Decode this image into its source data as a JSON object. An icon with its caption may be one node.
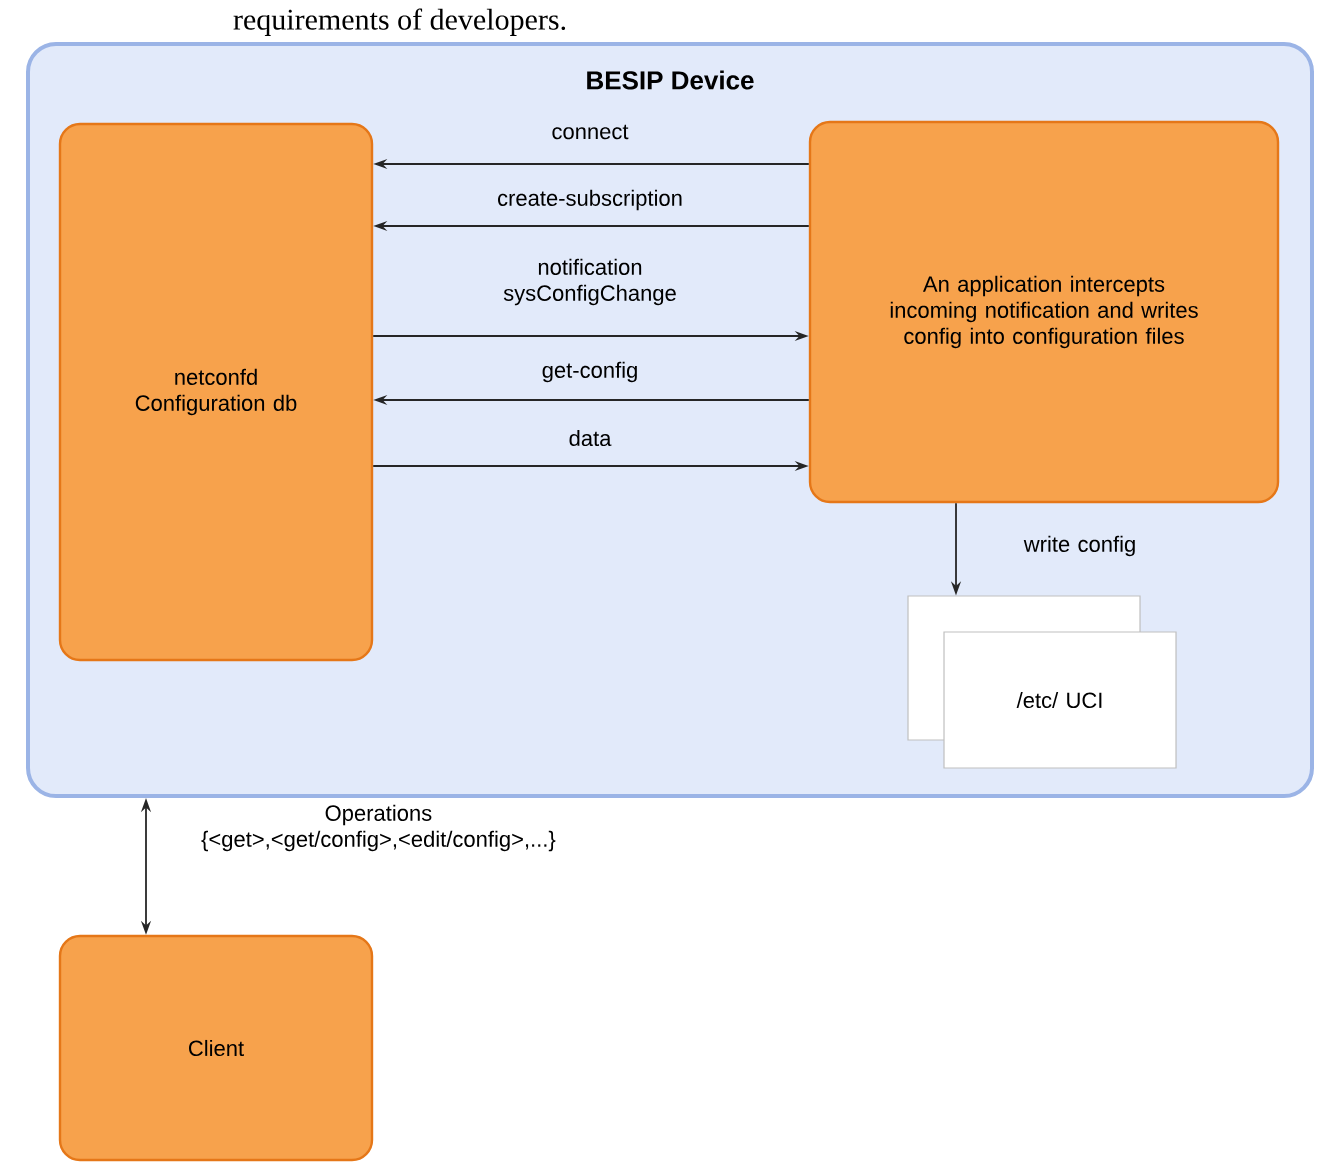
{
  "diagram": {
    "nodes": [
      {
        "text": [
          "BESIP Device"
        ]
      },
      {
        "text": [
          "netconfd Configuration db"
        ],
        "in": 0
      },
      {
        "text": [
          "An application intercepts incoming notification and writes config into configuration files"
        ],
        "in": 0
      },
      {
        "text": [],
        "shape": "box",
        "in": 0
      },
      {
        "text": [
          "/etc/ UCI"
        ],
        "in": 0
      },
      {
        "text": [
          "Client"
        ]
      }
    ],
    "edges": [
      {
        "from": 2,
        "to": 1,
        "arrow": "to",
        "label": "connect"
      },
      {
        "from": 2,
        "to": 1,
        "arrow": "to",
        "label": "create-subscription"
      },
      {
        "from": 1,
        "to": 2,
        "arrow": "to",
        "label": "notification sysConfigChange"
      },
      {
        "from": 2,
        "to": 1,
        "arrow": "to",
        "label": "get-config"
      },
      {
        "from": 1,
        "to": 2,
        "arrow": "to",
        "label": "data"
      },
      {
        "from": 2,
        "to": 3,
        "arrow": "to",
        "label": "write config"
      },
      {
        "from": 0,
        "to": 5,
        "arrow": "both",
        "label": "Operations {<get>,<get/config>,<edit/config>,...}"
      }
    ],
    "labels": [
      "requirements of developers."
    ]
  }
}
